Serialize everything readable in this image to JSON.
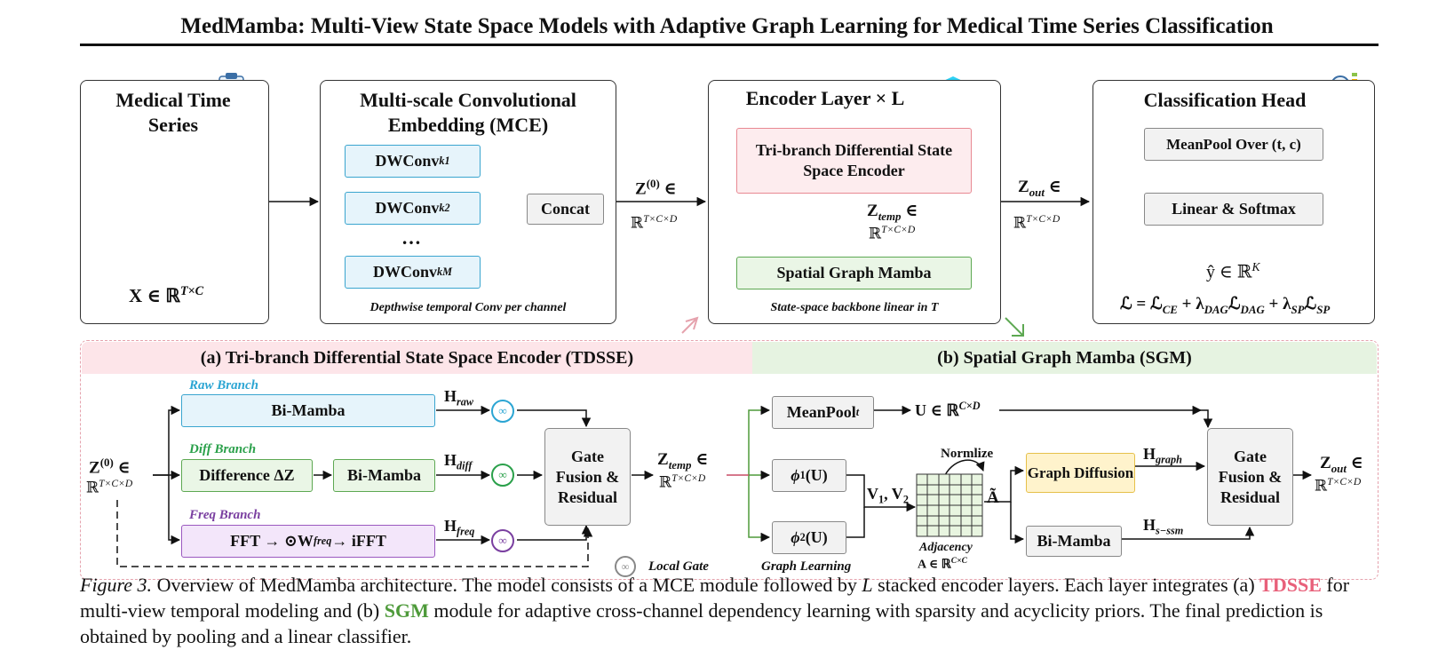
{
  "title": "MedMamba: Multi-View State Space Models with Adaptive Graph Learning for Medical Time Series Classification",
  "panels": {
    "input": {
      "title": "Medical Time Series",
      "symbol_main": "X ∈ ℝ",
      "symbol_sup": "T×C"
    },
    "mce": {
      "title": "Multi-scale Convolutional Embedding (MCE)",
      "conv_label": "DWConv",
      "conv_subs": [
        "k1",
        "k2",
        "kM"
      ],
      "ellipsis": "…",
      "concat": "Concat",
      "caption": "Depthwise temporal Conv per channel"
    },
    "encoder": {
      "title": "Encoder Layer × L",
      "tdsse": "Tri-branch Differential State Space Encoder",
      "sgm": "Spatial Graph Mamba",
      "ztemp_main": "Z",
      "ztemp_sub": "temp",
      "ztemp_rest": " ∈",
      "ztemp_space": "ℝ",
      "ztemp_space_sup": "T×C×D",
      "caption": "State-space backbone linear in T"
    },
    "head": {
      "title": "Classification Head",
      "meanpool": "MeanPool Over (t, c)",
      "linear": "Linear & Softmax",
      "yhat": "ŷ ∈ ℝ",
      "yhat_sup": "K",
      "loss": "ℒ = ℒ",
      "loss_ce": "CE",
      "loss_plus1": " + λ",
      "loss_dag": "DAG",
      "loss_l2": "ℒ",
      "loss_dag2": "DAG",
      "loss_plus2": " + λ",
      "loss_sp": "SP",
      "loss_l3": "ℒ",
      "loss_sp2": "SP"
    }
  },
  "connectors": {
    "z0_main": "Z",
    "z0_sup": "(0)",
    "z0_rest": " ∈",
    "z0_space": "ℝ",
    "z0_space_sup": "T×C×D",
    "zout_main": "Z",
    "zout_sub": "out",
    "zout_rest": " ∈",
    "zout_space": "ℝ",
    "zout_space_sup": "T×C×D"
  },
  "tdsse": {
    "header": "(a) Tri-branch Differential State Space Encoder (TDSSE)",
    "raw_branch": "Raw Branch",
    "diff_branch": "Diff Branch",
    "freq_branch": "Freq Branch",
    "bimamba": "Bi-Mamba",
    "difference": "Difference ΔZ",
    "fft": "FFT → ⊙W",
    "fft_sub": "freq",
    "fft_rest": " → iFFT",
    "h_raw": "raw",
    "h_diff": "diff",
    "h_freq": "freq",
    "h": "H",
    "gate": "Gate Fusion & Residual",
    "local_gate": "Local Gate"
  },
  "sgm": {
    "header": "(b) Spatial Graph Mamba (SGM)",
    "meanpool": "MeanPool",
    "meanpool_sub": "t",
    "u_label": "U ∈ ℝ",
    "u_sup": "C×D",
    "phi1": "ϕ",
    "phi1_sub": "1",
    "phi_arg": "(U)",
    "phi2_sub": "2",
    "v_label": "V",
    "v1": "1",
    "v_sep": ", V",
    "v2": "2",
    "normlize": "Normlize",
    "a_tilde": "Ã",
    "adjacency": "Adjacency",
    "adj_eq": "A ∈ ℝ",
    "adj_sup": "C×C",
    "graph_diffusion": "Graph Diffusion",
    "bimamba": "Bi-Mamba",
    "h_graph": "graph",
    "h_ssm": "s−ssm",
    "h": "H",
    "gate": "Gate Fusion & Residual",
    "graph_learning": "Graph Learning"
  },
  "caption": {
    "fig": "Figure 3.",
    "text1": " Overview of MedMamba architecture. The model consists of a MCE module followed by ",
    "L": "L",
    "text2": " stacked encoder layers. Each layer integrates (a) ",
    "tdsse": "TDSSE",
    "text3": " for multi-view temporal modeling and (b) ",
    "sgm": "SGM",
    "text4": " module for adaptive cross-channel dependency learning with sparsity and acyclicity priors. The final prediction is obtained by pooling and a linear classifier."
  },
  "colors": {
    "tdsse": "#e8607a",
    "sgm": "#4e9a3a",
    "raw": "#2ba5d3",
    "diff": "#2aa04a",
    "freq": "#7a3fa0"
  }
}
